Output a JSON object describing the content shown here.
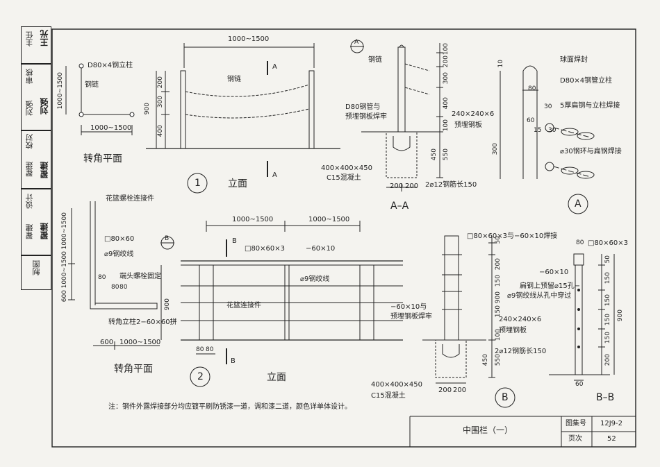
{
  "side_labels": {
    "chief": "主任",
    "chief_sig": "王光",
    "review": "审核",
    "review_name": "刘强",
    "review_sig": "刘强",
    "check": "校对",
    "check_name": "翟建",
    "check_sig": "翟建",
    "design": "设计",
    "design_name": "翟建",
    "design_sig": "翟建",
    "draw": "制图"
  },
  "d1": {
    "corner_label_post": "D80×4钢立柱",
    "corner_label_chain": "钢链",
    "corner_dim_h": "1000~1500",
    "corner_dim_w": "1000~1500",
    "corner_title": "转角平面",
    "dim_top": "1000~1500",
    "chain_label": "钢链",
    "dim_200": "200",
    "dim_300": "300",
    "dim_400": "400",
    "dim_900": "900",
    "sec_a": "A",
    "elev_title": "立面",
    "num": "1"
  },
  "aa": {
    "tag": "A",
    "chain": "钢链",
    "pipe": "D80钢管与",
    "pipe2": "预埋钢板焊牢",
    "plate": "240×240×6",
    "plate2": "预埋钢板",
    "concrete": "400×400×450",
    "concrete2": "C15混凝土",
    "rebar": "2⌀12钢筋长150",
    "d200a": "200",
    "d200b": "200",
    "dims": [
      "100",
      "200",
      "300",
      "400",
      "100",
      "450",
      "550"
    ],
    "title": "A–A"
  },
  "detA": {
    "weld": "球面焊封",
    "post": "D80×4钢管立柱",
    "d80": "80",
    "flat": "5厚扁钢与立柱焊接",
    "ring": "⌀30钢环与扁钢焊接",
    "d30a": "30",
    "d30b": "30",
    "d60": "60",
    "d15": "15",
    "d10": "10",
    "d300": "300",
    "tag": "A"
  },
  "d2": {
    "turnbuckle": "花篮螺栓连接件",
    "tube": "□80×60",
    "wire": "⌀9钢绞线",
    "dim_1000a": "1000~1500",
    "dim_1000b": "1000~1500",
    "dim_600": "600",
    "end_bolt": "端头螺栓固定",
    "d80a": "80",
    "d80b": "80",
    "d80c": "80",
    "corner_post": "转角立柱2−60×60拼",
    "w600": "600",
    "w1000": "1000~1500",
    "corner_title": "转角平面",
    "top_a": "1000~1500",
    "top_b": "1000~1500",
    "tube_top": "□80×60×3",
    "flat_top": "−60×10",
    "wire_elev": "⌀9钢绞线",
    "turn_elev": "花篮连接件",
    "d900": "900",
    "b80a": "80",
    "b80b": "80",
    "sec_b": "B",
    "tag_b": "B",
    "elev_title": "立面",
    "num": "2"
  },
  "bsec": {
    "tube_weld": "□80×60×3与−60×10焊接",
    "flat_weld": "−60×10与",
    "flat_weld2": "预埋钢板焊牢",
    "plate": "240×240×6",
    "plate2": "预埋钢板",
    "rebar": "2⌀12钢筋长150",
    "concrete": "400×400×450",
    "concrete2": "C15混凝土",
    "d200a": "200",
    "d200b": "200",
    "dims": [
      "50",
      "200",
      "150",
      "900",
      "150",
      "100",
      "450",
      "550"
    ],
    "tag": "B"
  },
  "bb": {
    "tube": "□80×60×3",
    "flat": "−60×10",
    "holes": "扁钢上预留⌀15孔−",
    "holes2": "⌀9钢绞线从孔中穿过",
    "d80": "80",
    "d60": "60",
    "dims": [
      "50",
      "150",
      "150",
      "150",
      "150",
      "200",
      "900"
    ],
    "title": "B–B"
  },
  "note": "注：钢件外露焊接部分均应镀平刷防锈漆一道，调和漆二道，颜色详单体设计。",
  "title_block": {
    "name": "中围栏（一）",
    "atlas_label": "图集号",
    "atlas_value": "12J9-2",
    "page_label": "页次",
    "page_value": "52"
  }
}
